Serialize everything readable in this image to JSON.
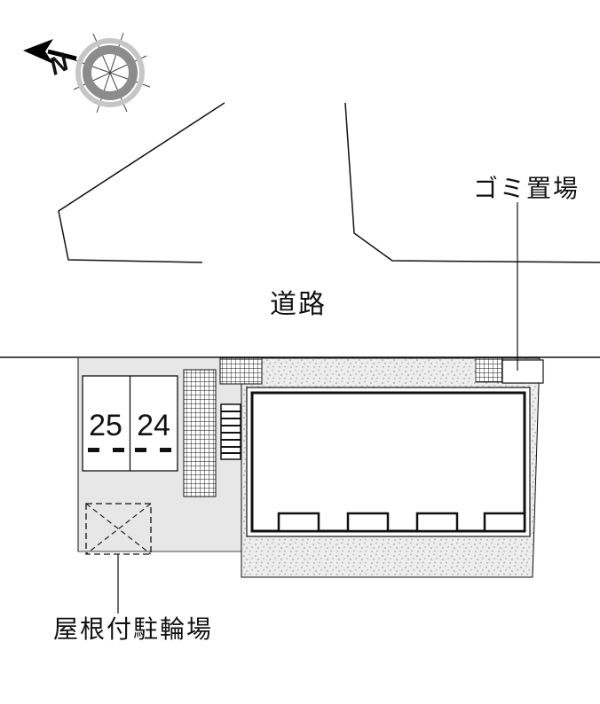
{
  "compass": {
    "north_label": "N"
  },
  "labels": {
    "garbage": "ゴミ置場",
    "road": "道路",
    "bicycle_parking": "屋根付駐輪場"
  },
  "parking": {
    "stalls": [
      "25",
      "24"
    ]
  },
  "colors": {
    "site_gray": "#e7e7e7",
    "stipple_bg": "#ededed",
    "compass_ring_dark": "#8c8c8c",
    "compass_ring_light": "#c6c6c6",
    "line": "#111111"
  }
}
